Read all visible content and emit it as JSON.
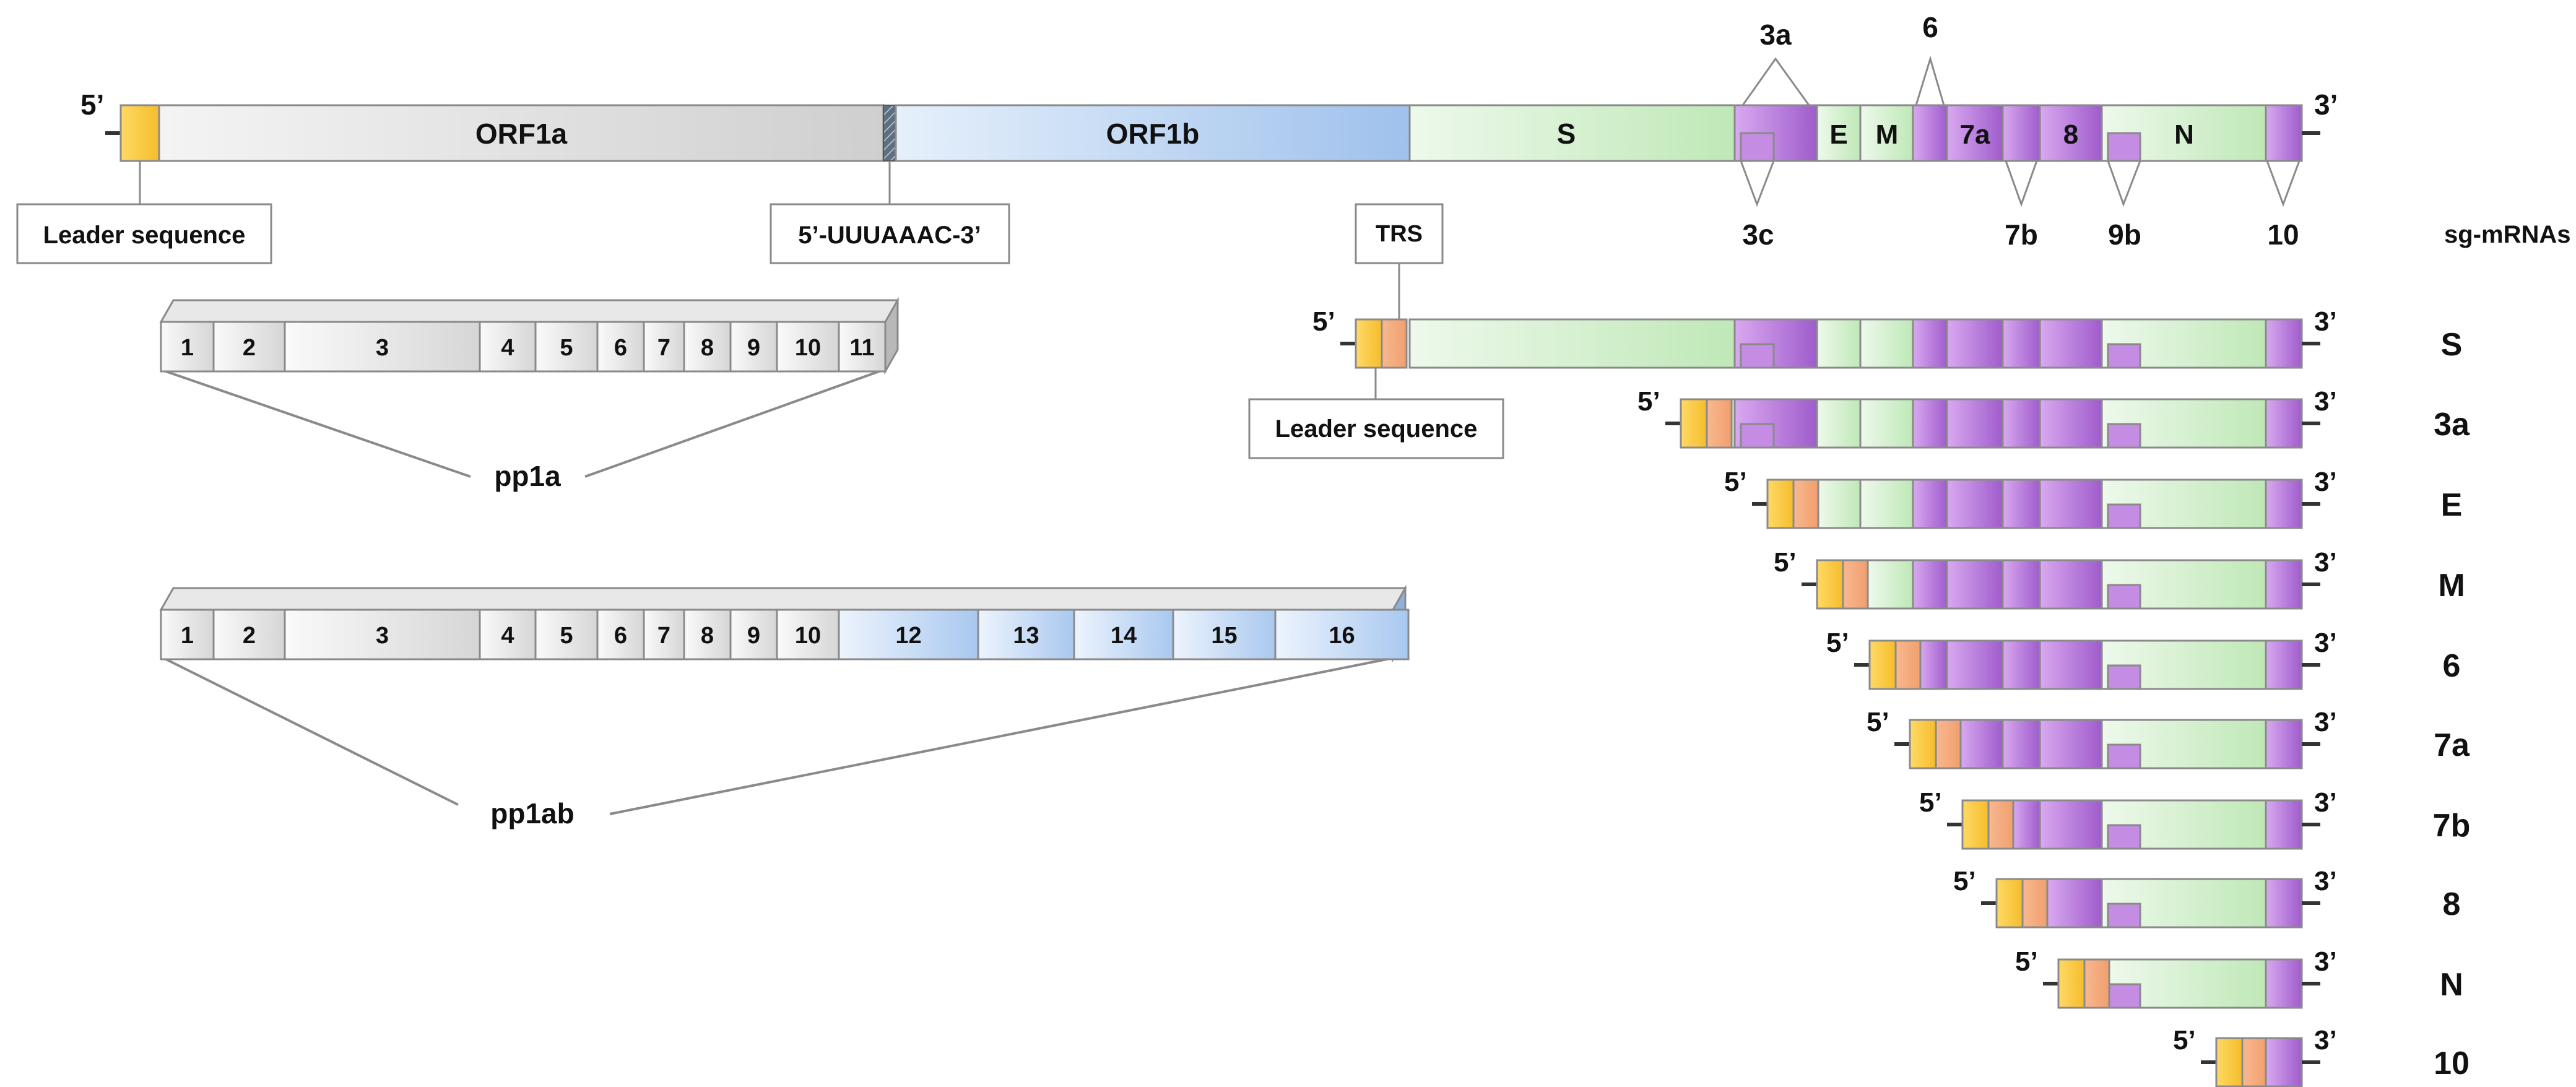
{
  "genome": {
    "five_prime": "5’",
    "three_prime": "3’",
    "orf1a": "ORF1a",
    "orf1b": "ORF1b",
    "s": "S",
    "e": "E",
    "m": "M",
    "orf7a": "7a",
    "orf8": "8",
    "n": "N",
    "above_labels": [
      "3a",
      "6"
    ],
    "below_labels": [
      "3c",
      "7b",
      "9b",
      "10"
    ]
  },
  "callouts": {
    "leader_sequence": "Leader sequence",
    "slippery_site": "5’-UUUAAAC-3’",
    "trs": "TRS",
    "leader_sequence_2": "Leader sequence"
  },
  "pp1a": {
    "label": "pp1a",
    "segments": [
      "1",
      "2",
      "3",
      "4",
      "5",
      "6",
      "7",
      "8",
      "9",
      "10",
      "11"
    ]
  },
  "pp1ab": {
    "label": "pp1ab",
    "segments": [
      "1",
      "2",
      "3",
      "4",
      "5",
      "6",
      "7",
      "8",
      "9",
      "10",
      "12",
      "13",
      "14",
      "15",
      "16"
    ]
  },
  "sg_mrnas": {
    "header": "sg-mRNAs",
    "five_prime": "5’",
    "three_prime": "3’",
    "rows": [
      "S",
      "3a",
      "E",
      "M",
      "6",
      "7a",
      "7b",
      "8",
      "N",
      "10"
    ]
  },
  "colors": {
    "leader": "#f7c948",
    "trs": "#f5a67a",
    "orf1a": "#d9d9d9",
    "orf1b": "#a9c8ee",
    "structural": "#c9ecc2",
    "accessory": "#b77ad6",
    "outline": "#8a8a8a"
  }
}
